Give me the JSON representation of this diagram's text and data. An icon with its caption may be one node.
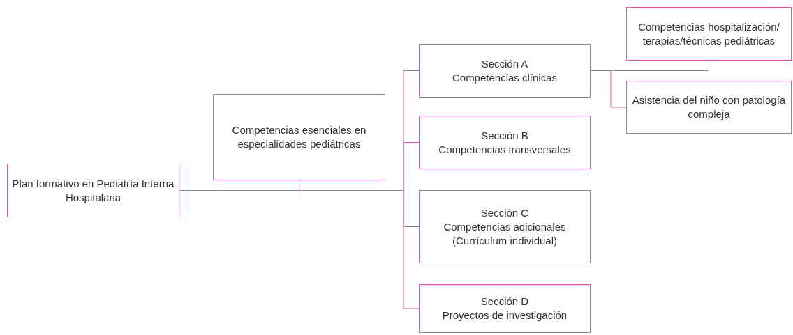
{
  "diagram": {
    "nodes": [
      {
        "text": [
          "Plan formativo en Pediatría Interna Hospitalaria"
        ]
      },
      {
        "text": [
          "Competencias esenciales en especialidades pediátricas"
        ]
      },
      {
        "text": [
          "Sección A",
          "Competencias clínicas"
        ]
      },
      {
        "text": [
          "Sección B",
          "Competencias transversales"
        ]
      },
      {
        "text": [
          "Sección C",
          "Competencias adicionales (Currículum individual)"
        ]
      },
      {
        "text": [
          "Sección D",
          "Proyectos de investigación"
        ]
      },
      {
        "text": [
          "Competencias hospitalización/ terapias/técnicas pediátricas"
        ]
      },
      {
        "text": [
          "Asistencia del niño con patología compleja"
        ]
      }
    ],
    "edges": [
      {
        "from": 0,
        "to": 1,
        "arrow": "none"
      },
      {
        "from": 0,
        "to": 2,
        "arrow": "none"
      },
      {
        "from": 0,
        "to": 3,
        "arrow": "none"
      },
      {
        "from": 0,
        "to": 4,
        "arrow": "none"
      },
      {
        "from": 0,
        "to": 5,
        "arrow": "none"
      },
      {
        "from": 2,
        "to": 6,
        "arrow": "none"
      },
      {
        "from": 2,
        "to": 7,
        "arrow": "none"
      }
    ]
  }
}
